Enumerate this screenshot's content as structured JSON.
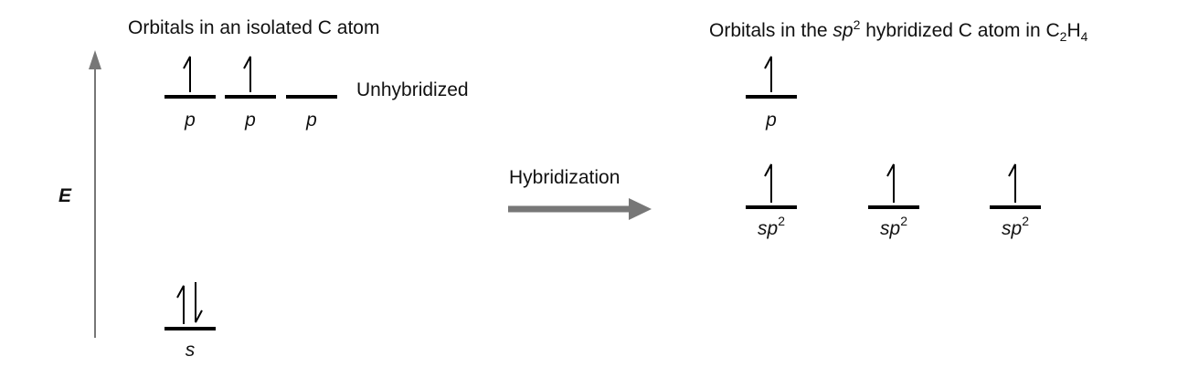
{
  "left_title": "Orbitals in an isolated C atom",
  "right_title": {
    "prefix": "Orbitals in the ",
    "sp": "sp",
    "sup": "2",
    "middle": " hybridized C atom in C",
    "sub1": "2",
    "h": "H",
    "sub2": "4"
  },
  "energy_label": "E",
  "unhybridized_label": "Unhybridized",
  "hybridization_label": "Hybridization",
  "orbitals": {
    "p_label": "p",
    "s_label": "s",
    "sp_label": "sp",
    "sp_sup": "2"
  },
  "electron_counts": {
    "left_s": 2,
    "left_p1": 1,
    "left_p2": 1,
    "left_p3": 0,
    "right_p": 1,
    "right_sp2_1": 1,
    "right_sp2_2": 1,
    "right_sp2_3": 1
  },
  "colors": {
    "arrow": "#777777",
    "lines": "#000000"
  }
}
